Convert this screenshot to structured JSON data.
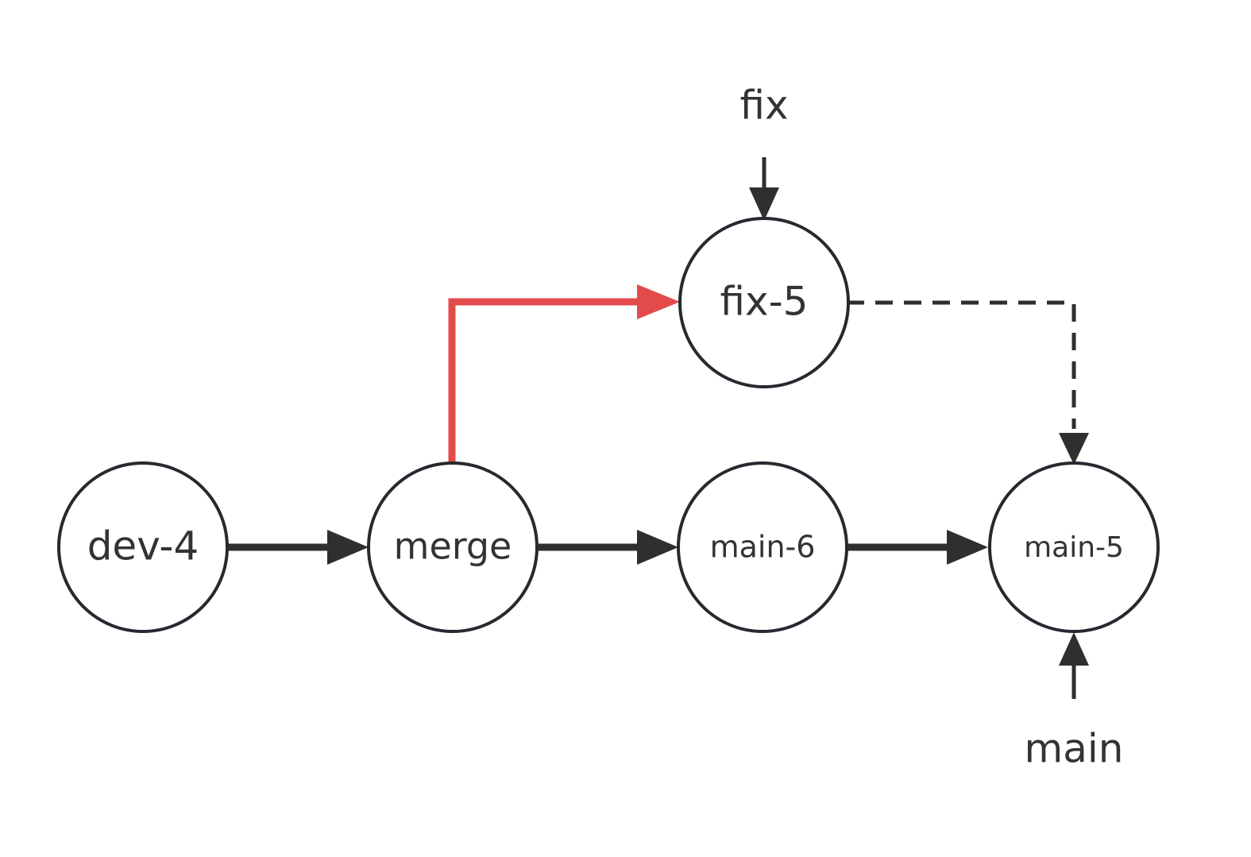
{
  "diagram": {
    "nodes": {
      "dev4": {
        "label": "dev-4"
      },
      "merge": {
        "label": "merge"
      },
      "main6": {
        "label": "main-6"
      },
      "main5": {
        "label": "main-5"
      },
      "fix5": {
        "label": "fix-5"
      }
    },
    "refs": {
      "fix": {
        "label": "fix"
      },
      "main": {
        "label": "main"
      }
    },
    "edges": [
      {
        "from": "dev-4",
        "to": "merge",
        "style": "solid"
      },
      {
        "from": "merge",
        "to": "main-6",
        "style": "solid"
      },
      {
        "from": "main-6",
        "to": "main-5",
        "style": "solid"
      },
      {
        "from": "merge",
        "to": "fix-5",
        "style": "solid",
        "color": "#e34b4b"
      },
      {
        "from": "fix-5",
        "to": "main-5",
        "style": "dashed"
      }
    ],
    "colors": {
      "node_stroke": "#262a30",
      "edge": "#2f2f2f",
      "highlight_edge": "#e34b4b",
      "text": "#333333",
      "background": "#ffffff"
    }
  }
}
